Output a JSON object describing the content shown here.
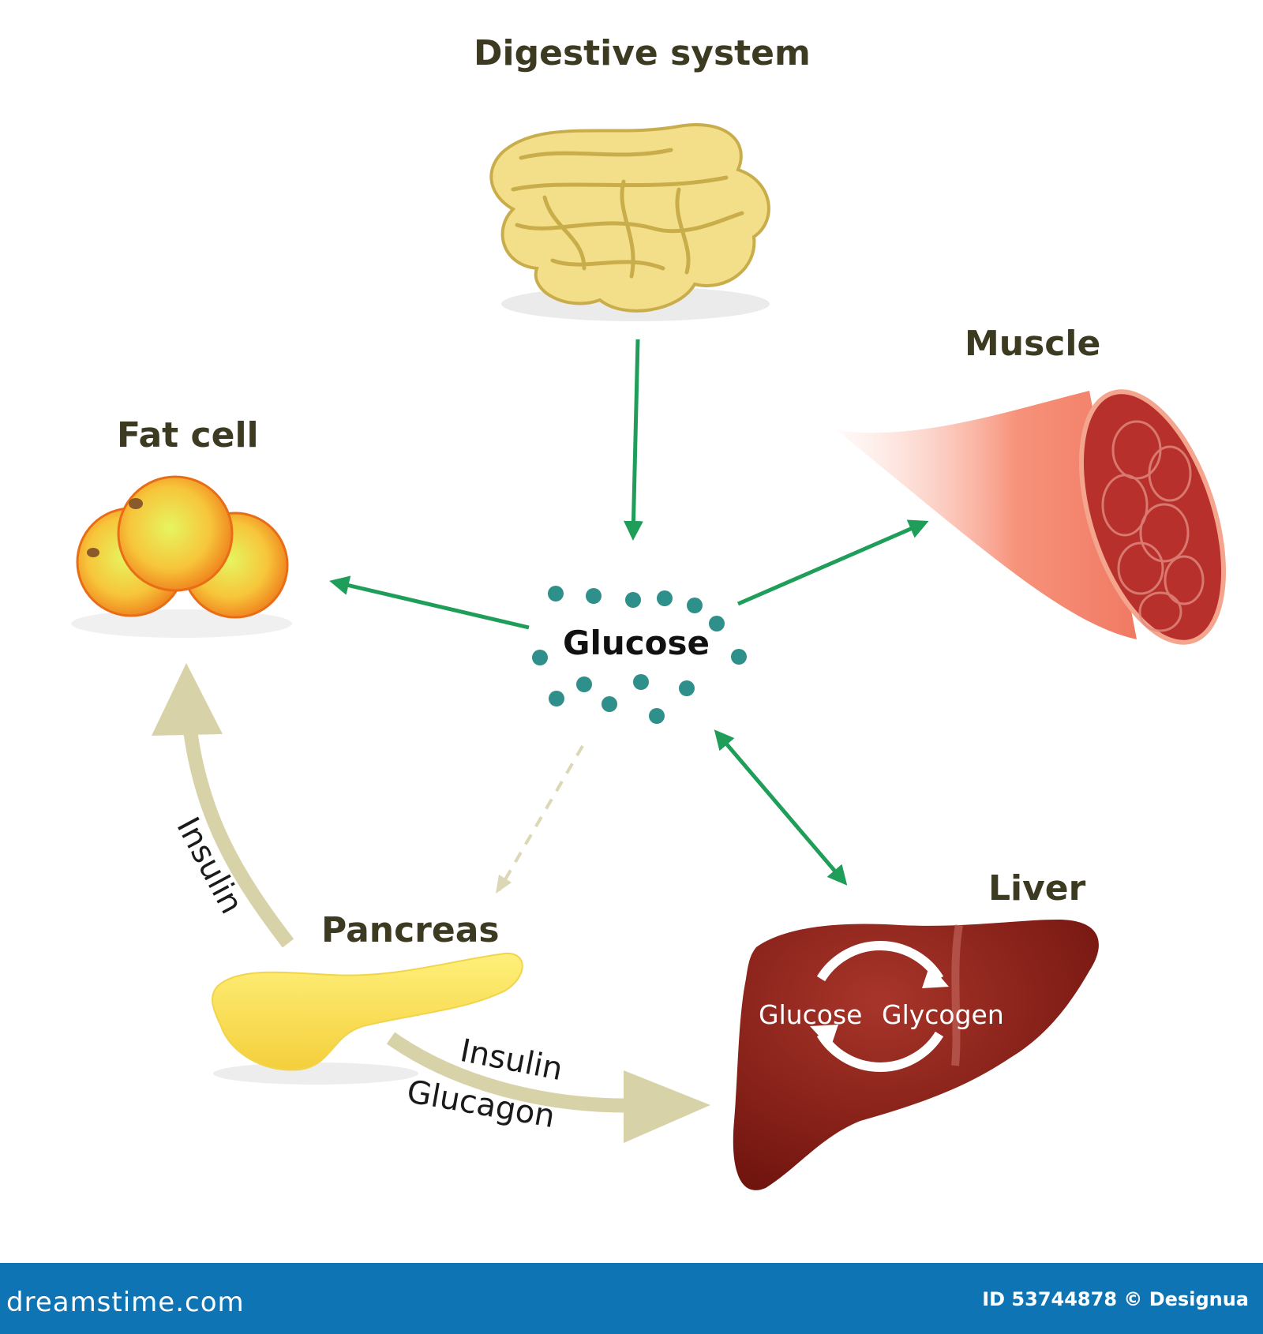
{
  "organs": {
    "digestive": "Digestive system",
    "muscle": "Muscle",
    "fat": "Fat cell",
    "pancreas": "Pancreas",
    "liver": "Liver"
  },
  "center": {
    "glucose": "Glucose"
  },
  "hormones": {
    "insulin_to_fat": "Insulin",
    "insulin_to_liver": "Insulin",
    "glucagon_to_liver": "Glucagon"
  },
  "liver_cycle": {
    "left": "Glucose",
    "right": "Glycogen"
  },
  "footer": {
    "site": "dreamstime.com",
    "image_id": "ID 53744878 © Designua"
  },
  "colors": {
    "arrow_green": "#1f9e5a",
    "hormone_arrow": "#d8d2a8",
    "glucose_dot": "#2f8f8a",
    "liver": "#8a1c14",
    "footer_bg": "#0e74b4"
  }
}
